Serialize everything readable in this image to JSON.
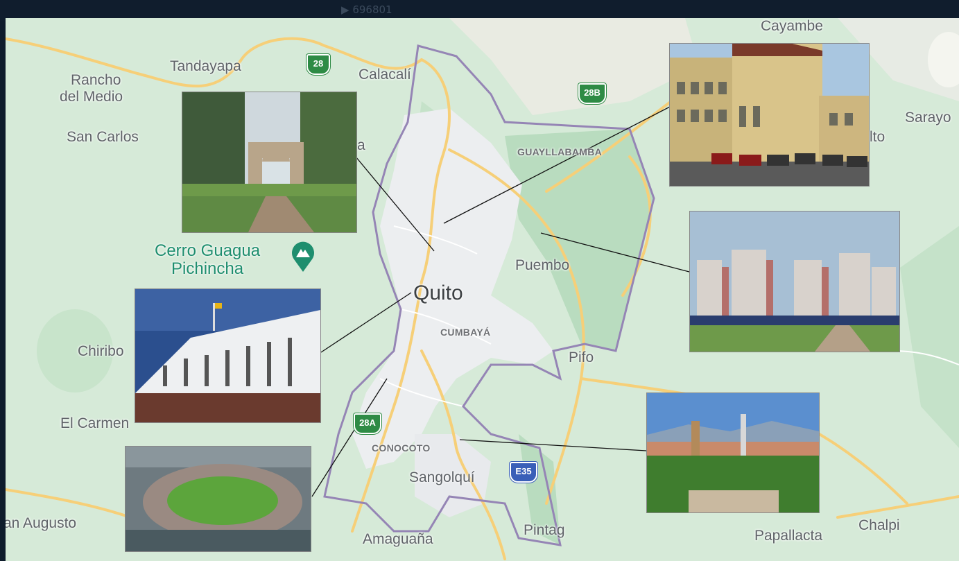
{
  "header": {
    "counter": "696801"
  },
  "map": {
    "places": {
      "cayambe": "Cayambe",
      "tandayapa": "Tandayapa",
      "rancho_line1": "Rancho",
      "rancho_line2": "del Medio",
      "san_carlos": "San Carlos",
      "calacali": "Calacalí",
      "sarayo": "Sarayo",
      "lto": "lto",
      "puembo": "Puembo",
      "pifo": "Pifo",
      "chiribo": "Chiribo",
      "el_carmen": "El Carmen",
      "sangolqui": "Sangolquí",
      "amaguana": "Amaguaña",
      "pintag": "Pintag",
      "papallacta": "Papallacta",
      "chalpi": "Chalpi",
      "an_augusto": "an Augusto",
      "a_fragment": "a"
    },
    "city": "Quito",
    "districts": {
      "guayllabamba": "GUAYLLABAMBA",
      "cumbaya": "CUMBAYÁ",
      "conocoto": "CONOCOTO"
    },
    "poi": {
      "line1": "Cerro Guagua",
      "line2": "Pichincha",
      "icon": "mountain-icon"
    },
    "highways": {
      "r28": "28",
      "r28b": "28B",
      "r28a": "28A",
      "e35": "E35"
    },
    "colors": {
      "park": "#b9dcbf",
      "road": "#f6cf78",
      "boundary": "#9585b5",
      "urban": "#eceef0",
      "poi": "#1e8e6e"
    }
  }
}
